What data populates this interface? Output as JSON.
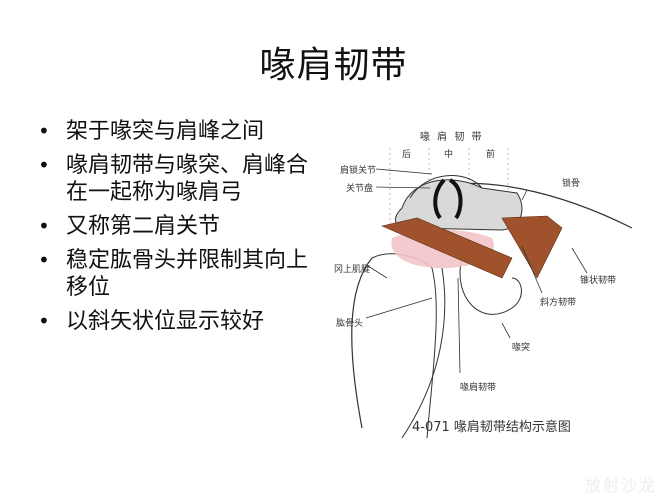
{
  "slide": {
    "title": "喙肩韧带",
    "bullets": [
      "架于喙突与肩峰之间",
      "喙肩韧带与喙突、肩峰合在一起称为喙肩弓",
      " 又称第二肩关节",
      "稳定肱骨头并限制其向上移位",
      "以斜矢状位显示较好"
    ],
    "bullet_symbol": "•"
  },
  "diagram": {
    "header_label": "喙 肩 韧 带",
    "section_labels": [
      "后",
      "中",
      "前"
    ],
    "labels": {
      "acromioclavicular_joint": "肩锁关节",
      "articular_disc": "关节盘",
      "clavicle": "锁骨",
      "supraspinatus_tendon": "冈上肌腱",
      "conoid_ligament": "锥状韧带",
      "trapezoid_ligament": "斜方韧带",
      "humeral_head": "肱骨头",
      "coracoid": "喙突",
      "coracoacromial_ligament": "喙肩韧带"
    },
    "caption": "4-071  喙肩韧带结构示意图",
    "colors": {
      "ligament": "#a0522d",
      "muscle": "#f2c4c8",
      "bone": "#d9d9d9",
      "line": "#333333"
    }
  },
  "watermark": "放射沙龙"
}
